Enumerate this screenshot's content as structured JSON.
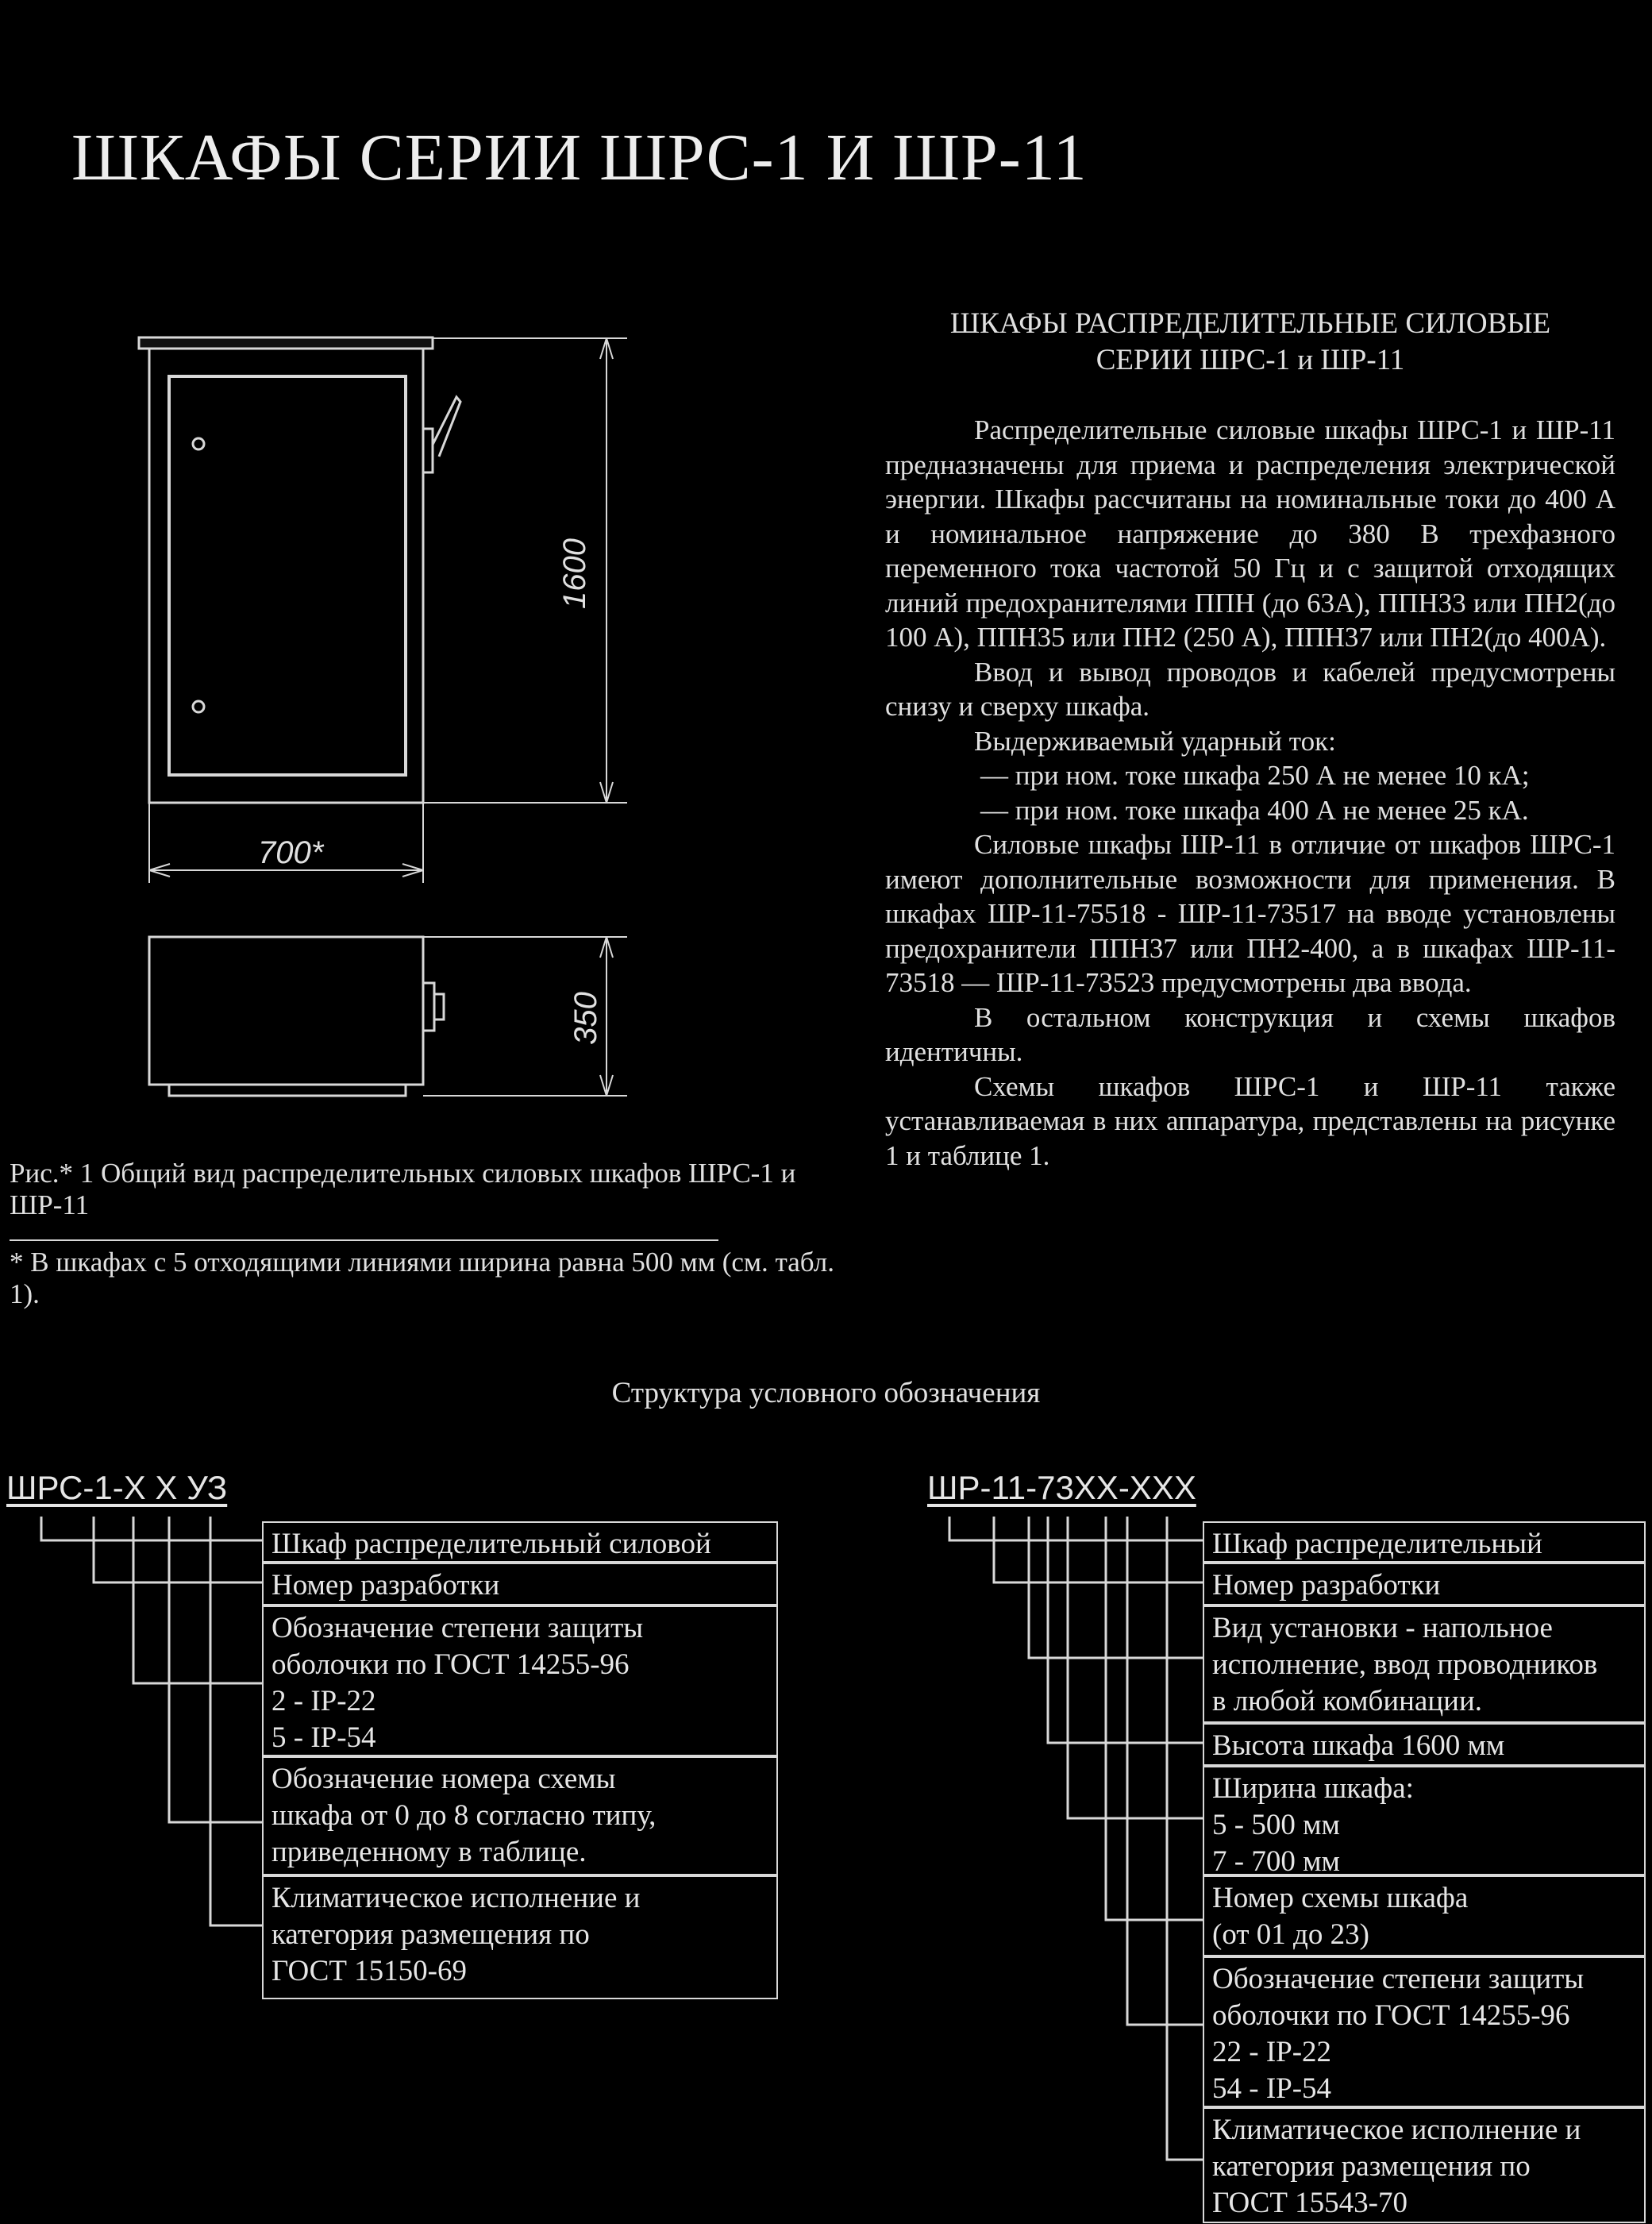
{
  "page": {
    "title": "ШКАФЫ СЕРИИ ШРС-1 И ШР-11"
  },
  "drawing": {
    "height_label": "1600",
    "width_label": "700*",
    "depth_label": "350"
  },
  "caption": {
    "figure": "Рис.* 1 Общий вид распределительных силовых шкафов ШРС-1 и ШР-11",
    "footnote": "* В шкафах с 5 отходящими линиями ширина равна 500 мм (см. табл. 1)."
  },
  "article": {
    "subtitle_line1": "ШКАФЫ РАСПРЕДЕЛИТЕЛЬНЫЕ СИЛОВЫЕ",
    "subtitle_line2": "СЕРИИ ШРС-1 и ШР-11",
    "p1": "Распределительные силовые шкафы ШРС-1 и ШР-11 предназначены для приема и распределения электрической энергии. Шкафы рассчитаны на номинальные токи до 400 А и номинальное напряжение до 380 В трехфазного переменного тока частотой 50 Гц и с защитой отходящих линий предохранителями ППН (до 63А), ППН33 или ПН2(до 100 А), ППН35 или ПН2 (250 А), ППН37 или ПН2(до 400А).",
    "p2": "Ввод и вывод проводов и кабелей предусмотрены снизу и сверху шкафа.",
    "p3": "Выдерживаемый ударный ток:",
    "d1": "— при ном. токе шкафа 250 А не менее 10 кА;",
    "d2": "— при ном. токе шкафа 400 А не менее 25 кА.",
    "p4": "Силовые шкафы ШР-11 в отличие от шкафов ШРС-1 имеют дополнительные возможности для применения. В шкафах ШР-11-75518 - ШР-11-73517 на вводе установлены предохранители ППН37 или ПН2-400, а в шкафах ШР-11-73518 — ШР-11-73523 предусмотрены два ввода.",
    "p5": "В остальном конструкция и схемы шкафов идентичны.",
    "p6": "Схемы шкафов ШРС-1 и ШР-11 также устанавливаемая в них аппаратура, представлены на рисунке 1 и таблице 1."
  },
  "structure": {
    "title": "Структура условного обозначения",
    "left": {
      "code": "ШРС-1-Х Х УЗ",
      "box1": [
        "Шкаф распределительный силовой"
      ],
      "box2": [
        "Номер разработки"
      ],
      "box3": [
        "Обозначение степени защиты",
        "оболочки по ГОСТ 14255-96",
        "2 - IP-22",
        "5 - IP-54"
      ],
      "box4": [
        "Обозначение номера схемы",
        "шкафа от 0 до 8 согласно типу,",
        "приведенному в таблице."
      ],
      "box5": [
        "Климатическое исполнение и",
        "категория размещения по",
        "ГОСТ 15150-69"
      ]
    },
    "right": {
      "code": "ШР-11-73ХХ-ХХХ",
      "box1": [
        "Шкаф распределительный"
      ],
      "box2": [
        "Номер разработки"
      ],
      "box3": [
        "Вид установки - напольное",
        "исполнение, ввод проводников",
        "в любой комбинации."
      ],
      "box4": [
        "Высота шкафа 1600 мм"
      ],
      "box5": [
        "Ширина шкафа:",
        "5 - 500 мм",
        "7 - 700 мм"
      ],
      "box6": [
        "Номер схемы шкафа",
        "(от 01 до 23)"
      ],
      "box7": [
        "Обозначение степени защиты",
        "оболочки по ГОСТ 14255-96",
        "22 - IP-22",
        "54 - IP-54"
      ],
      "box8": [
        "Климатическое исполнение и",
        "категория размещения по",
        "ГОСТ 15543-70"
      ]
    }
  }
}
